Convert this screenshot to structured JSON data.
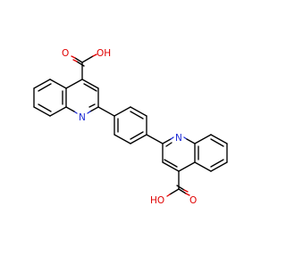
{
  "molecule": {
    "labels": {
      "oh_top": "OH",
      "o_top": "O",
      "n_left": "N",
      "n_right": "N",
      "o_bottom": "O",
      "ho_bottom": "HO"
    }
  },
  "colors": {
    "carbon": "#000000",
    "oxygen": "#e00000",
    "nitrogen": "#1d2bd6",
    "background": "#ffffff"
  }
}
